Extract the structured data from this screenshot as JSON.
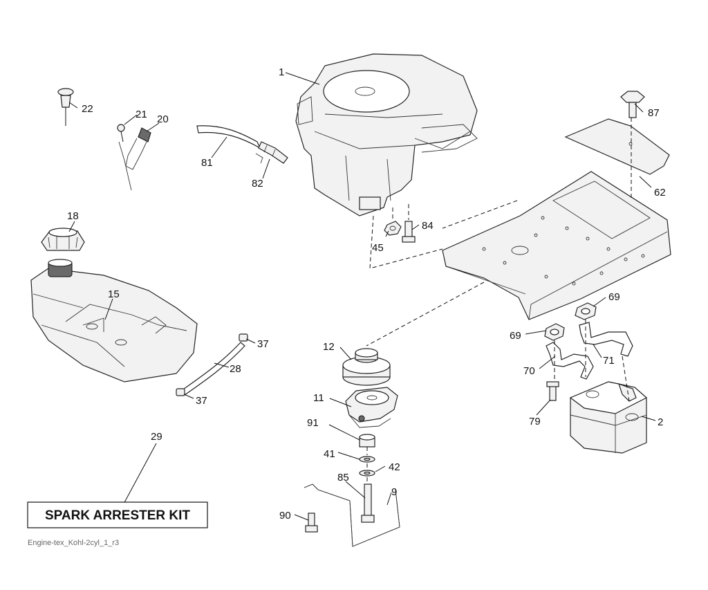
{
  "callouts": {
    "c1": "1",
    "c2": "2",
    "c9": "9",
    "c11": "11",
    "c12": "12",
    "c15": "15",
    "c18": "18",
    "c20": "20",
    "c21": "21",
    "c22": "22",
    "c28": "28",
    "c29": "29",
    "c37a": "37",
    "c37b": "37",
    "c41": "41",
    "c42": "42",
    "c45": "45",
    "c62": "62",
    "c69a": "69",
    "c69b": "69",
    "c70": "70",
    "c71": "71",
    "c79": "79",
    "c81": "81",
    "c82": "82",
    "c84": "84",
    "c85": "85",
    "c87": "87",
    "c90": "90",
    "c91": "91"
  },
  "kit_label": "SPARK ARRESTER KIT",
  "footer": "Engine-tex_Kohl-2cyl_1_r3"
}
